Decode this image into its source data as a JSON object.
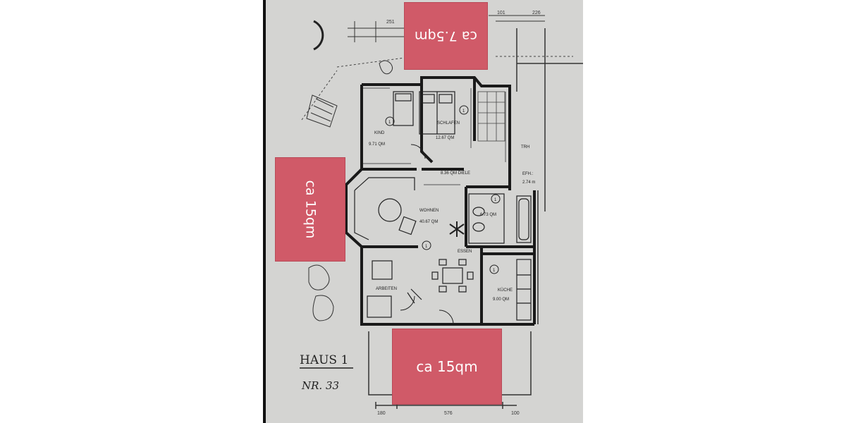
{
  "overlays": {
    "top": "ca 7.5qm",
    "left": "ca 15qm",
    "bottom": "ca 15qm"
  },
  "rooms": {
    "kind": {
      "name": "KIND",
      "area": "9.71 QM",
      "number": "1"
    },
    "schlafen": {
      "name": "SCHLAFEN",
      "area": "12.67 QM",
      "number": "1"
    },
    "diele": {
      "name": "8.36 QM DIELE"
    },
    "efh": {
      "name": "EFH.:",
      "value": "2.74 m"
    },
    "trh": {
      "name": "TRH"
    },
    "wohnen": {
      "name": "WOHNEN",
      "area": "40.67 QM",
      "number": "1"
    },
    "bad": {
      "area": "6.73 QM",
      "number": "1"
    },
    "essen": {
      "name": "ESSEN"
    },
    "arbeiten": {
      "name": "ARBEITEN"
    },
    "kueche": {
      "name": "KÜCHE",
      "area": "9.00 QM",
      "number": "1"
    }
  },
  "annotations": {
    "haus": "HAUS 1",
    "nr": "NR. 33"
  },
  "dimensions": {
    "bottom_left": "180",
    "bottom_mid": "576",
    "bottom_right": "100",
    "top_a": "101",
    "top_b": "251",
    "top_c": "226"
  },
  "colors": {
    "overlay": "#d05a68",
    "paper": "#d4d4d2",
    "ink": "#222222"
  }
}
